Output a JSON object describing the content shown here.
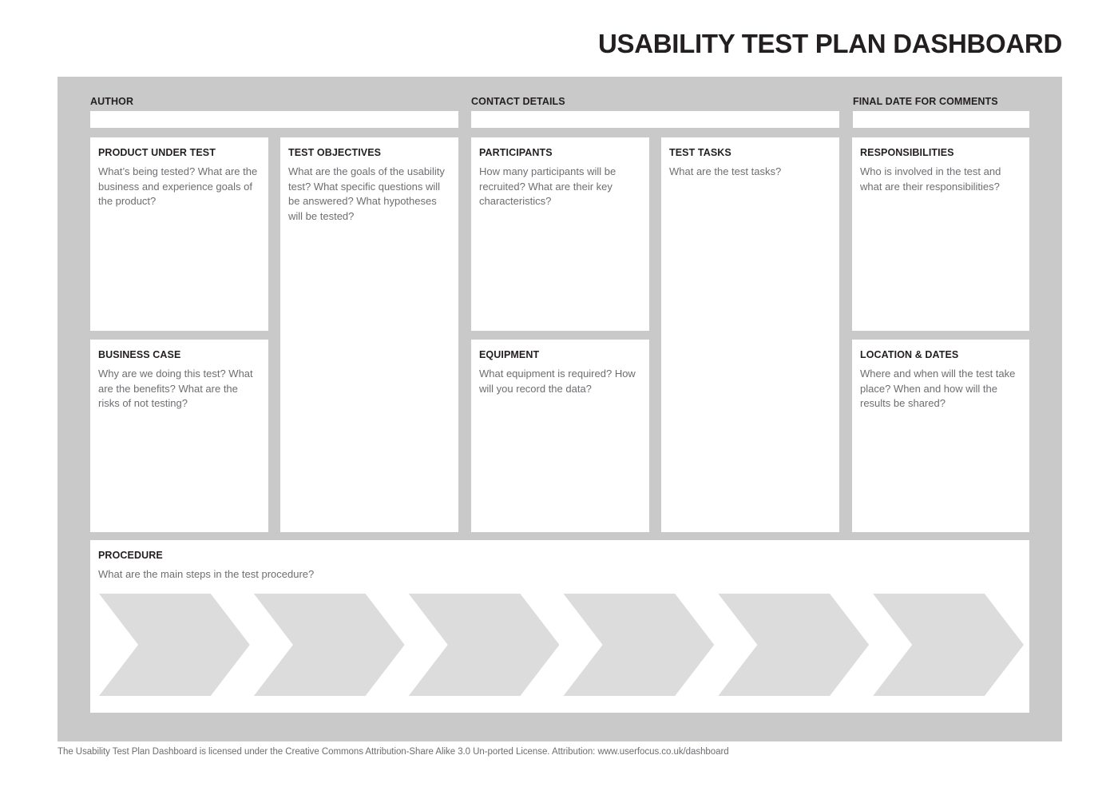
{
  "header": {
    "title": "USABILITY TEST PLAN DASHBOARD"
  },
  "meta_fields": [
    {
      "label": "AUTHOR",
      "value": "",
      "placeholder": ""
    },
    {
      "label": "CONTACT DETAILS",
      "value": "",
      "placeholder": ""
    },
    {
      "label": "FINAL DATE FOR COMMENTS",
      "value": "",
      "placeholder": ""
    }
  ],
  "cards": {
    "product_under_test": {
      "title": "PRODUCT UNDER TEST",
      "hint": "What’s being tested? What are the business and experience goals of the product?"
    },
    "business_case": {
      "title": "BUSINESS CASE",
      "hint": "Why are we doing this test? What are the benefits? What are the risks of not testing?"
    },
    "test_objectives": {
      "title": "TEST OBJECTIVES",
      "hint": "What are the goals of the usability test? What specific questions will be answered? What hypotheses will be tested?"
    },
    "participants": {
      "title": "PARTICIPANTS",
      "hint": "How many participants will be recruited? What are their key characteristics?"
    },
    "equipment": {
      "title": "EQUIPMENT",
      "hint": "What equipment is required? How will you record the data?"
    },
    "test_tasks": {
      "title": "TEST TASKS",
      "hint": "What are the test tasks?"
    },
    "responsibilities": {
      "title": "RESPONSIBILITIES",
      "hint": "Who is involved in the test and what are their responsibilities?"
    },
    "location_and_dates": {
      "title": "LOCATION & DATES",
      "hint": "Where and when will the test take place? When and how will the results be shared?"
    },
    "procedure": {
      "title": "PROCEDURE",
      "hint": "What are the main steps in the test procedure?",
      "step_count": 6,
      "steps": [
        "",
        "",
        "",
        "",
        "",
        ""
      ]
    }
  },
  "footer": {
    "text": "The Usability Test Plan Dashboard is licensed under the Creative Commons Attribution-Share Alike 3.0 Un-ported License. Attribution: www.userfocus.co.uk/dashboard"
  },
  "colors": {
    "board_background": "#c9c9c9",
    "card_background": "#ffffff",
    "chevron": "#dcdcdc",
    "title_text": "#231f20",
    "hint_text": "#6d6e71",
    "page_background": "#ffffff"
  }
}
